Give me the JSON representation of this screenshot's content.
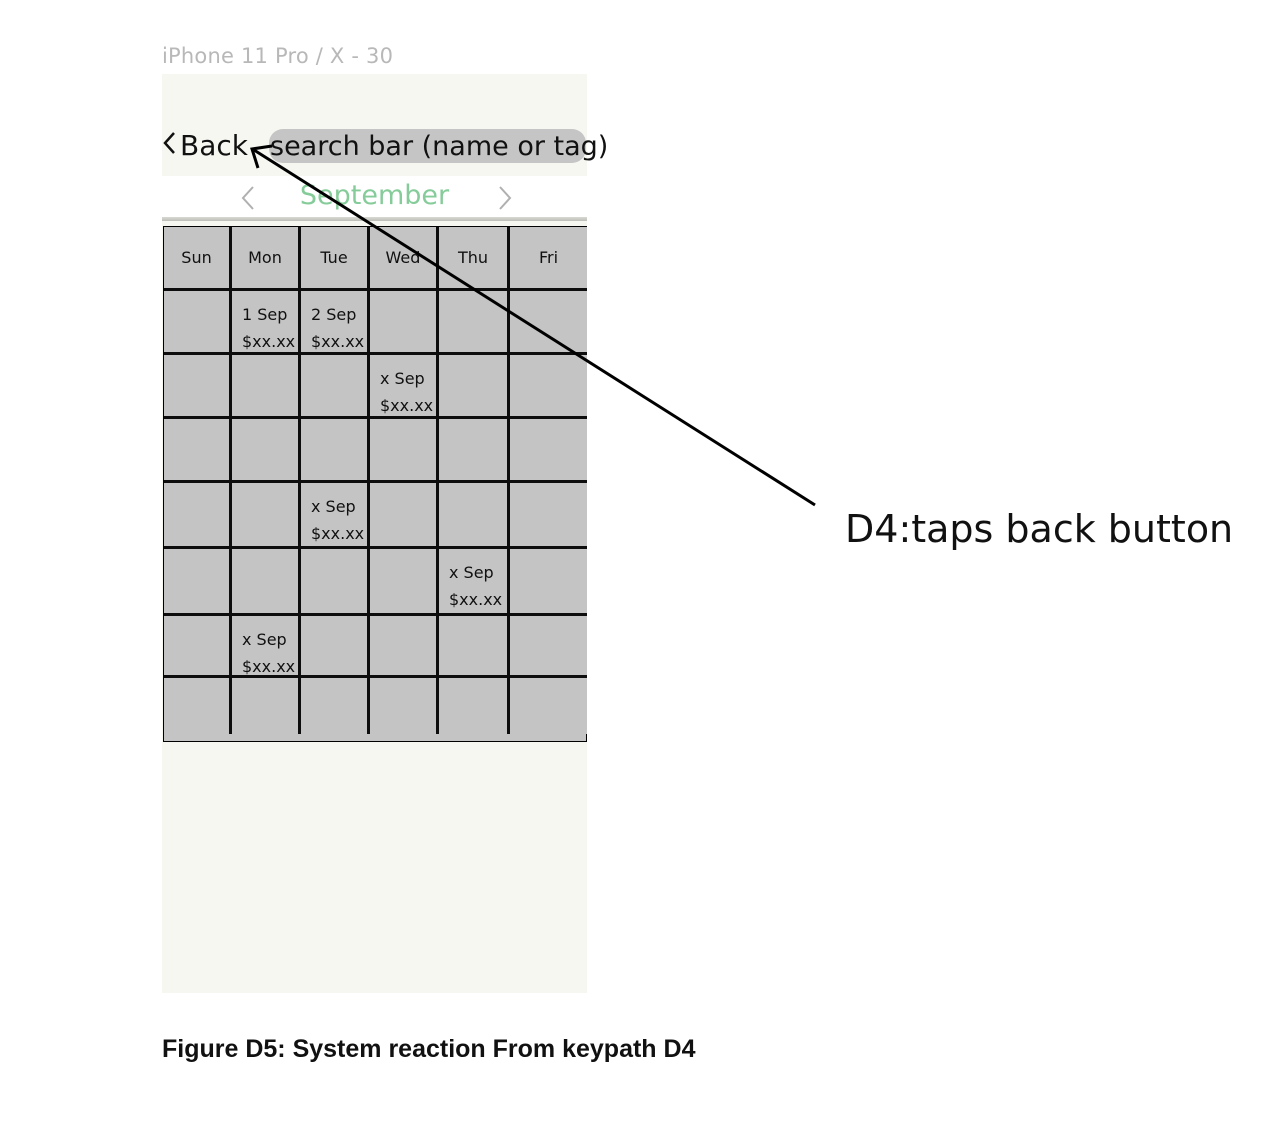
{
  "frame_label": "iPhone 11 Pro / X - 30",
  "header": {
    "back_label": "Back",
    "search_placeholder": "search bar (name or tag)"
  },
  "calendar": {
    "month": "September",
    "month_color": "#86cc9a",
    "weekdays": [
      "Sun",
      "Mon",
      "Tue",
      "Wed",
      "Thu",
      "Fri"
    ],
    "rows": [
      [
        "",
        {
          "date": "1 Sep",
          "amount": "$xx.xx"
        },
        {
          "date": "2 Sep",
          "amount": "$xx.xx"
        },
        "",
        "",
        ""
      ],
      [
        "",
        "",
        "",
        {
          "date": "x Sep",
          "amount": "$xx.xx"
        },
        "",
        ""
      ],
      [
        "",
        "",
        "",
        "",
        "",
        ""
      ],
      [
        "",
        "",
        {
          "date": "x Sep",
          "amount": "$xx.xx"
        },
        "",
        "",
        ""
      ],
      [
        "",
        "",
        "",
        "",
        {
          "date": "x Sep",
          "amount": "$xx.xx"
        },
        ""
      ],
      [
        "",
        {
          "date": "x Sep",
          "amount": "$xx.xx"
        },
        "",
        "",
        "",
        ""
      ],
      [
        "",
        "",
        "",
        "",
        "",
        ""
      ]
    ]
  },
  "annotation": {
    "callout": "D4:taps back button"
  },
  "caption": "Figure D5: System reaction From keypath D4"
}
